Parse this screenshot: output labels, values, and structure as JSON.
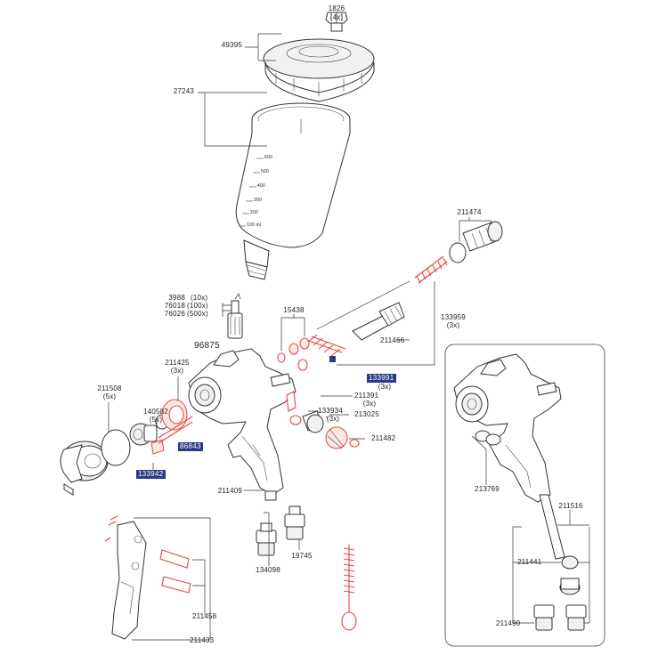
{
  "labels": {
    "p1826": "1826",
    "p1826_qty": "(4x)",
    "p49395": "49395",
    "p27243": "27243",
    "p211474": "211474",
    "p3988": "3988",
    "p3988_qty": "(10x)",
    "p76018": "76018",
    "p76018_qty": "(100x)",
    "p76026": "76026",
    "p76026_qty": "(500x)",
    "p15438": "15438",
    "p133959": "133959",
    "p133959_qty": "(3x)",
    "p211466": "211466",
    "p96875": "96875",
    "p211425": "211425",
    "p211425_qty": "(3x)",
    "p211508": "211508",
    "p211508_qty": "(5x)",
    "p140582": "140582",
    "p140582_qty": "(5x)",
    "p133991": "133991",
    "p133991_qty": "(3x)",
    "p211391": "211391",
    "p211391_qty": "(3x)",
    "p133934": "133934",
    "p133934_qty": "(3x)",
    "p213025": "213025",
    "p211482": "211482",
    "p86843": "86843",
    "p133942": "133942",
    "p211409": "211409",
    "p134098": "134098",
    "p19745": "19745",
    "p211458": "211458",
    "p211433": "211433",
    "p213769": "213769",
    "p211516": "211516",
    "p211441": "211441",
    "p211490": "211490"
  },
  "cup_marks": [
    "600",
    "500",
    "400",
    "300",
    "200",
    "100 ml"
  ],
  "colors": {
    "highlight_tag": "#2b3a85",
    "red_part": "#e8453c"
  }
}
